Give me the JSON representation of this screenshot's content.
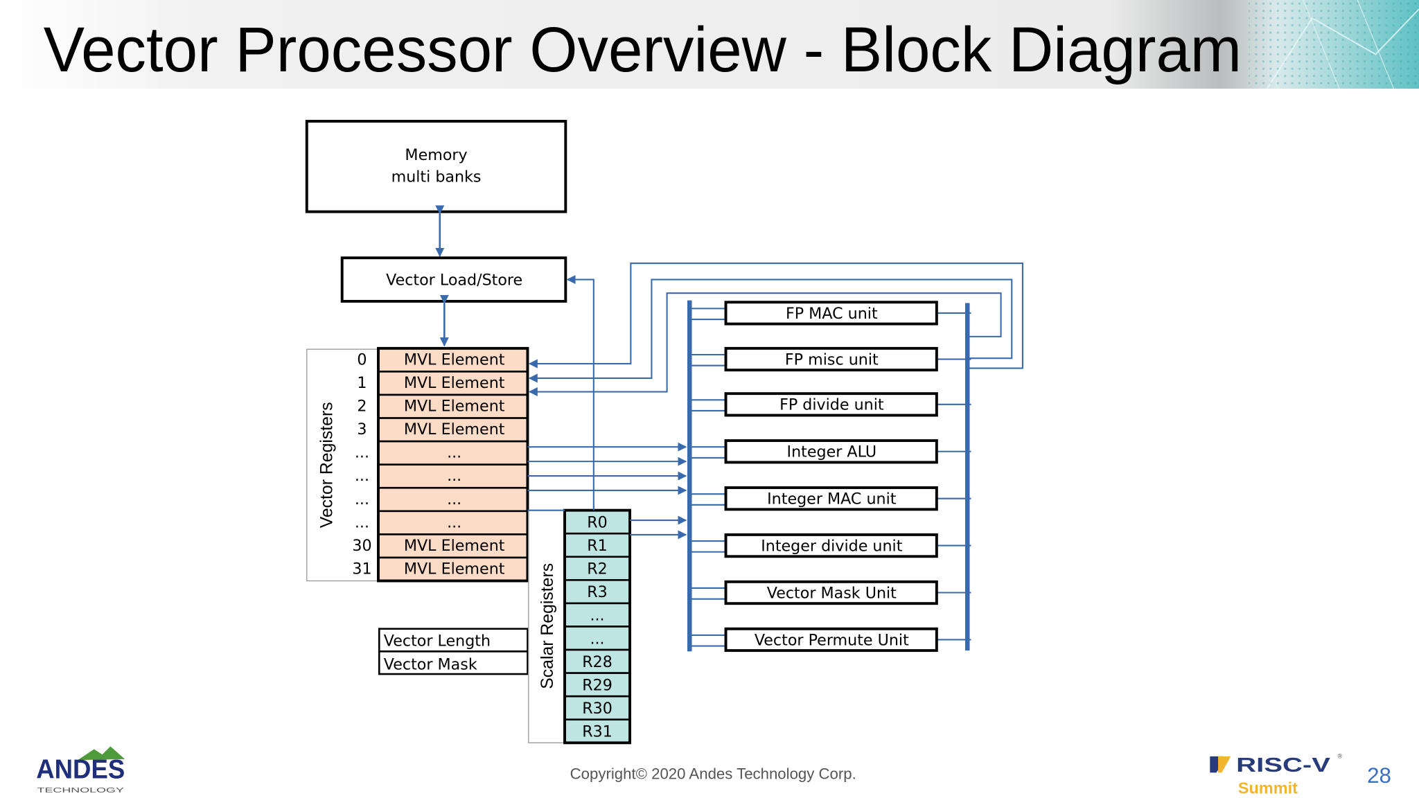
{
  "slide": {
    "title": "Vector Processor Overview - Block Diagram",
    "copyright": "Copyright© 2020 Andes Technology Corp.",
    "page_number": "28",
    "logos": {
      "left": {
        "main": "ANDES",
        "sub": "TECHNOLOGY"
      },
      "right": {
        "main": "RISC-V",
        "sub": "Summit",
        "mark": "®"
      }
    }
  },
  "diagram": {
    "memory": {
      "line1": "Memory",
      "line2": "multi banks"
    },
    "load_store": "Vector Load/Store",
    "vector_registers": {
      "label": "Vector Registers",
      "rows": [
        {
          "index": "0",
          "value": "MVL Element"
        },
        {
          "index": "1",
          "value": "MVL Element"
        },
        {
          "index": "2",
          "value": "MVL Element"
        },
        {
          "index": "3",
          "value": "MVL Element"
        },
        {
          "index": "...",
          "value": "..."
        },
        {
          "index": "...",
          "value": "..."
        },
        {
          "index": "...",
          "value": "..."
        },
        {
          "index": "...",
          "value": "..."
        },
        {
          "index": "30",
          "value": "MVL Element"
        },
        {
          "index": "31",
          "value": "MVL Element"
        }
      ]
    },
    "vector_length": "Vector Length",
    "vector_mask": "Vector Mask",
    "scalar_registers": {
      "label": "Scalar Registers",
      "rows": [
        "R0",
        "R1",
        "R2",
        "R3",
        "...",
        "...",
        "R28",
        "R29",
        "R30",
        "R31"
      ]
    },
    "units": [
      "FP MAC unit",
      "FP misc unit",
      "FP divide unit",
      "Integer ALU",
      "Integer MAC unit",
      "Integer divide unit",
      "Vector Mask Unit",
      "Vector Permute Unit"
    ]
  },
  "colors": {
    "wire": "#3a6aae",
    "vector_reg_fill": "#fcdcc6",
    "scalar_reg_fill": "#bfe5e2",
    "page_number": "#3a6fc4",
    "andes_blue": "#1f2f7a",
    "andes_green": "#4f9a3a",
    "riscv_blue": "#283c7c",
    "riscv_gold": "#f1b52e"
  }
}
